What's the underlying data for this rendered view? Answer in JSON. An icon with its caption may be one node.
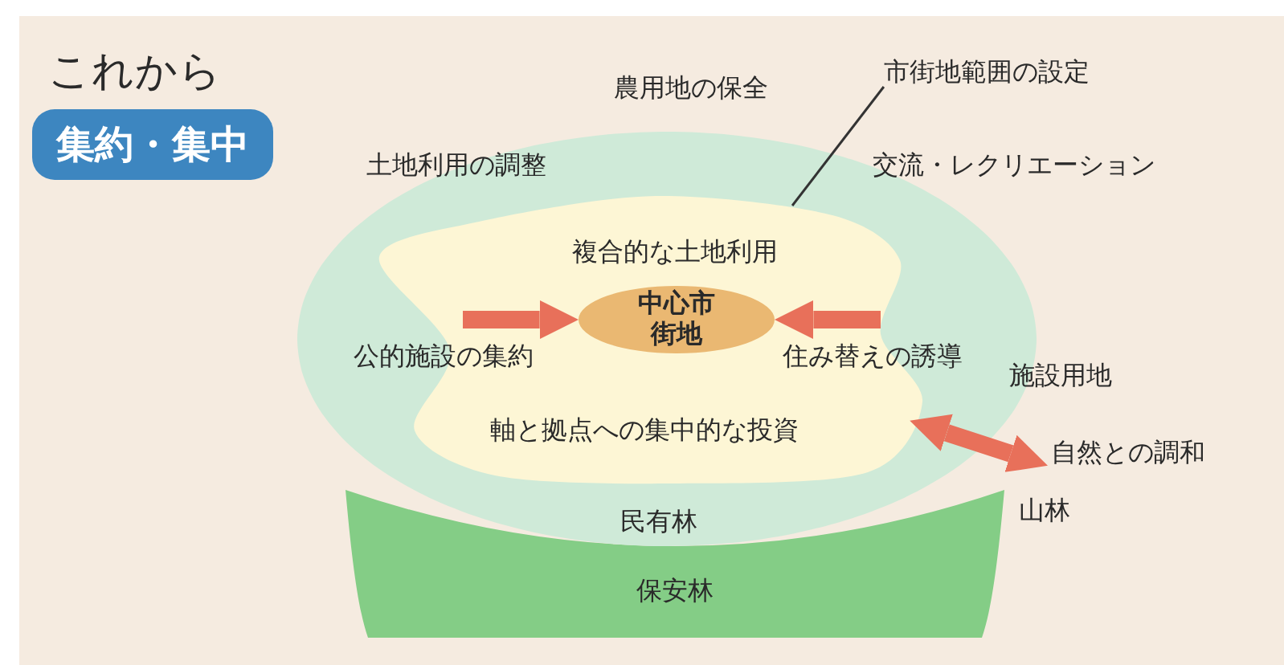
{
  "diagram": {
    "title": "これから",
    "nodes": [
      {
        "text": [
          "集約・集中"
        ]
      },
      {
        "text": [],
        "shape": "cloud"
      },
      {
        "text": [
          "複合的な土地利用",
          "軸と拠点への集中的な投資"
        ],
        "in": 1
      },
      {
        "text": [
          "中心市街地"
        ],
        "in": 2
      },
      {
        "text": [
          "自然との調和"
        ]
      },
      {
        "text": [
          "市街地範囲の設定"
        ]
      },
      {
        "text": [
          "保安林"
        ]
      }
    ],
    "edges": [
      {
        "from": null,
        "to": 3,
        "arrow": "to"
      },
      {
        "from": null,
        "to": 3,
        "arrow": "to"
      },
      {
        "from": 2,
        "to": 4,
        "arrow": "both"
      },
      {
        "from": 5,
        "to": 2,
        "arrow": "none",
        "color": "#333333"
      }
    ],
    "labels": [
      "農用地の保全",
      "土地利用の調整",
      "交流・レクリエーション",
      "公的施設の集約",
      "住み替えの誘導",
      "施設用地",
      "民有林",
      "山林"
    ]
  }
}
